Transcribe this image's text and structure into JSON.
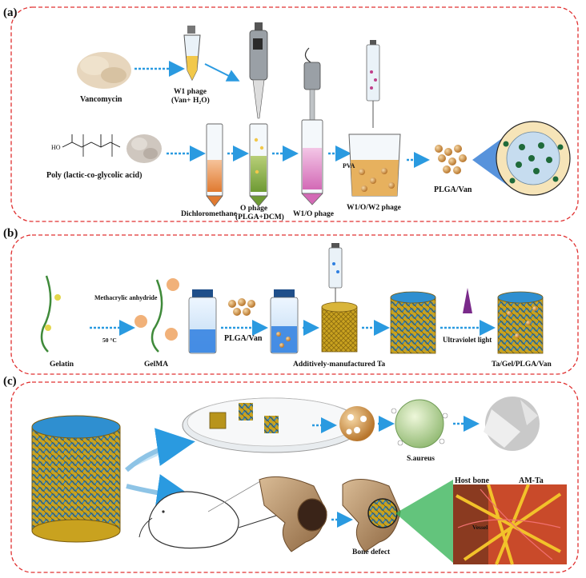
{
  "panels": [
    {
      "letter": "(a)"
    },
    {
      "letter": "(b)"
    },
    {
      "letter": "(c)"
    }
  ],
  "panel_a": {
    "vancomycin": "Vancomycin",
    "w1_phage": "W1 phage",
    "w1_phage_sub": "(Van+ H₂O)",
    "plga_name": "Poly (lactic-co-glycolic acid)",
    "dichloromethane": "Dichloromethane",
    "o_phage": "O phage",
    "o_phage_sub": "(PLGA+DCM)",
    "w1o_phage": "W1/O phage",
    "w1ow2_phage": "W1/O/W2 phage",
    "pva": "PVA",
    "plga_van": "PLGA/Van"
  },
  "panel_b": {
    "gelatin": "Gelatin",
    "methacrylic_anhydride": "Methacrylic anhydride",
    "temperature": "50 °C",
    "gelma": "GelMA",
    "plga_van": "PLGA/Van",
    "additive_ta": "Additively-manufactured Ta",
    "uv_light": "Ultraviolet light",
    "composite": "Ta/Gel/PLGA/Van"
  },
  "panel_c": {
    "s_aureus": "S.aureus",
    "bone_defect": "Bone defect",
    "host_bone": "Host bone",
    "am_ta": "AM-Ta",
    "vessel": "Vessel"
  },
  "colors": {
    "frame": "#e03030",
    "arrow": "#3aa0e0",
    "porous_blue": "#2f8fd0",
    "ta_gold": "#c9a21f"
  }
}
